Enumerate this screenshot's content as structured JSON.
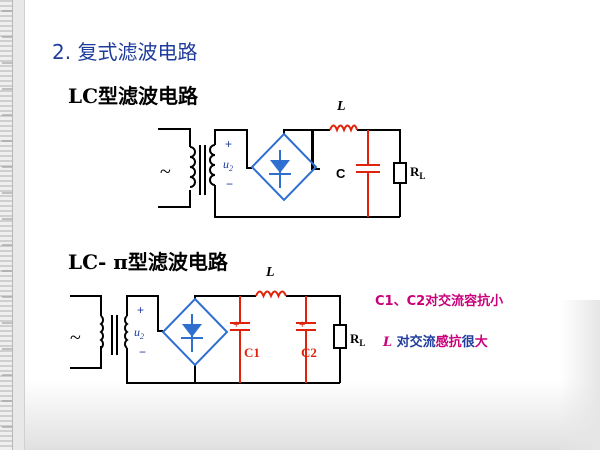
{
  "slide": {
    "section_title": "2. 复式滤波电路",
    "lc_title": "LC型滤波电路",
    "lcpi_title": "LC- π型滤波电路"
  },
  "circuit1": {
    "tilde": "~",
    "plus": "+",
    "minus": "−",
    "u": "u",
    "u_sub": "2",
    "inductor": "L",
    "cap": "C",
    "load": "R",
    "load_sub": "L"
  },
  "circuit2": {
    "tilde": "~",
    "plus": "+",
    "minus": "−",
    "u": "u",
    "u_sub": "2",
    "inductor": "L",
    "cap1": "C1",
    "cap2": "C2",
    "cap_plus": "+",
    "load": "R",
    "load_sub": "L"
  },
  "notes": {
    "line1": "C1、C2对交流容抗小",
    "line2_italic": "L",
    "line2_blue1": " 对交流",
    "line2_pink": "感抗",
    "line2_blue2": "很",
    "line2_pink2": "大"
  },
  "colors": {
    "title": "#1f3c9c",
    "wire": "#000000",
    "cap": "#e0220b",
    "inductor": "#e0220b",
    "bridge": "#2f6fd0",
    "note_pink": "#c8007a",
    "note_blue": "#1f3c9c"
  }
}
